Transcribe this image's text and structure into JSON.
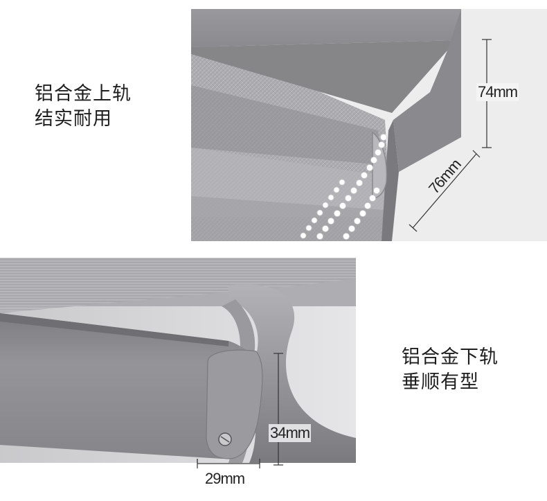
{
  "top": {
    "caption_line1": "铝合金上轨",
    "caption_line2": "结实耐用",
    "height_label": "74mm",
    "depth_label": "76mm"
  },
  "bottom": {
    "caption_line1": "铝合金下轨",
    "caption_line2": "垂顺有型",
    "height_label": "34mm",
    "width_label": "29mm"
  },
  "colors": {
    "rail": "#8f8f93",
    "rail_dark": "#76767a",
    "fabric": "#a9a9ad",
    "background": "#ffffff",
    "text": "#1e1e1e"
  }
}
